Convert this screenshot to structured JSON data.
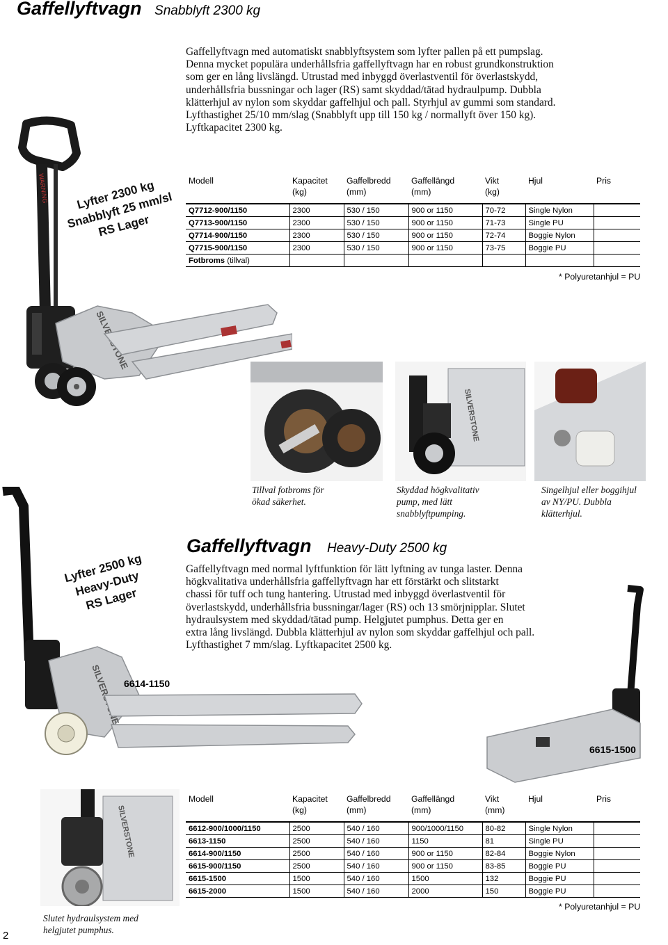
{
  "section1": {
    "title": "Gaffellyftvagn",
    "subtitle": "Snabblyft 2300 kg",
    "description": [
      "Gaffellyftvagn med automatiskt snabblyftsystem som lyfter pallen på ett pumpslag.",
      "Denna mycket populära underhållsfria gaffellyftvagn har en robust grundkonstruktion",
      "som ger en lång livslängd. Utrustad med inbyggd överlastventil för överlastskydd,",
      "underhållsfria bussningar och lager (RS) samt skyddad/tätad hydraulpump. Dubbla",
      "klätterhjul av nylon som skyddar gaffelhjul och pall. Styrhjul av gummi som standard.",
      "Lyfthastighet 25/10 mm/slag (Snabblyft upp till 150 kg / normallyft över 150 kg).",
      "Lyftkapacitet 2300 kg."
    ],
    "stamp": [
      "Lyfter 2300 kg",
      "Snabblyft 25 mm/sl",
      "RS Lager"
    ],
    "table": {
      "headers": [
        [
          "Modell",
          ""
        ],
        [
          "Kapacitet",
          "(kg)"
        ],
        [
          "Gaffelbredd",
          "(mm)"
        ],
        [
          "Gaffellängd",
          "(mm)"
        ],
        [
          "Vikt",
          "(kg)"
        ],
        [
          "Hjul",
          ""
        ],
        [
          "Pris",
          ""
        ]
      ],
      "rows": [
        [
          "Q7712-900/1150",
          "2300",
          "530 / 150",
          "900 or 1150",
          "70-72",
          "Single Nylon",
          ""
        ],
        [
          "Q7713-900/1150",
          "2300",
          "530 / 150",
          "900 or 1150",
          "71-73",
          "Single PU",
          ""
        ],
        [
          "Q7714-900/1150",
          "2300",
          "530 / 150",
          "900 or 1150",
          "72-74",
          "Boggie Nylon",
          ""
        ],
        [
          "Q7715-900/1150",
          "2300",
          "530 / 150",
          "900 or 1150",
          "73-75",
          "Boggie PU",
          ""
        ]
      ],
      "extra_row": {
        "label_bold": "Fotbroms",
        "label_rest": " (tillval)"
      },
      "footnote": "* Polyuretanhjul = PU"
    },
    "captions": [
      [
        "Tillval fotbroms för",
        "ökad säkerhet."
      ],
      [
        "Skyddad högkvalitativ",
        "pump, med lätt",
        "snabblyftpumping."
      ],
      [
        "Singelhjul eller boggihjul",
        "av NY/PU. Dubbla",
        "klätterhjul."
      ]
    ]
  },
  "section2": {
    "title": "Gaffellyftvagn",
    "subtitle": "Heavy-Duty 2500 kg",
    "description": [
      "Gaffellyftvagn med normal lyftfunktion för lätt lyftning av tunga laster. Denna",
      "högkvalitativa underhållsfria gaffellyftvagn har ett förstärkt och slitstarkt",
      "chassi för tuff och tung hantering. Utrustad med inbyggd överlastventil för",
      "överlastskydd, underhållsfria bussningar/lager (RS) och 13 smörjnipplar. Slutet",
      "hydraulsystem med skyddad/tätad pump. Helgjutet pumphus. Detta ger en",
      "extra lång livslängd. Dubbla klätterhjul av nylon som skyddar gaffelhjul och pall.",
      "Lyfthastighet 7 mm/slag. Lyftkapacitet 2500 kg."
    ],
    "stamp": [
      "Lyfter 2500 kg",
      "Heavy-Duty",
      "RS Lager"
    ],
    "label_left": "6614-1150",
    "label_right": "6615-1500",
    "table": {
      "headers": [
        [
          "Modell",
          ""
        ],
        [
          "Kapacitet",
          "(kg)"
        ],
        [
          "Gaffelbredd",
          "(mm)"
        ],
        [
          "Gaffellängd",
          "(mm)"
        ],
        [
          "Vikt",
          "(mm)"
        ],
        [
          "Hjul",
          ""
        ],
        [
          "Pris",
          ""
        ]
      ],
      "rows": [
        [
          "6612-900/1000/1150",
          "2500",
          "540 / 160",
          "900/1000/1150",
          "80-82",
          "Single Nylon",
          ""
        ],
        [
          "6613-1150",
          "2500",
          "540 / 160",
          "1150",
          "81",
          "Single PU",
          ""
        ],
        [
          "6614-900/1150",
          "2500",
          "540 / 160",
          "900 or 1150",
          "82-84",
          "Boggie Nylon",
          ""
        ],
        [
          "6615-900/1150",
          "2500",
          "540 / 160",
          "900 or 1150",
          "83-85",
          "Boggie PU",
          ""
        ],
        [
          "6615-1500",
          "1500",
          "540 / 160",
          "1500",
          "132",
          "Boggie PU",
          ""
        ],
        [
          "6615-2000",
          "1500",
          "540 / 160",
          "2000",
          "150",
          "Boggie PU",
          ""
        ]
      ],
      "footnote": "* Polyuretanhjul = PU"
    },
    "caption": [
      "Slutet hydraulsystem med",
      "helgjutet pumphus."
    ]
  },
  "page_number": "2",
  "photo_brand": "SILVERSTONE"
}
